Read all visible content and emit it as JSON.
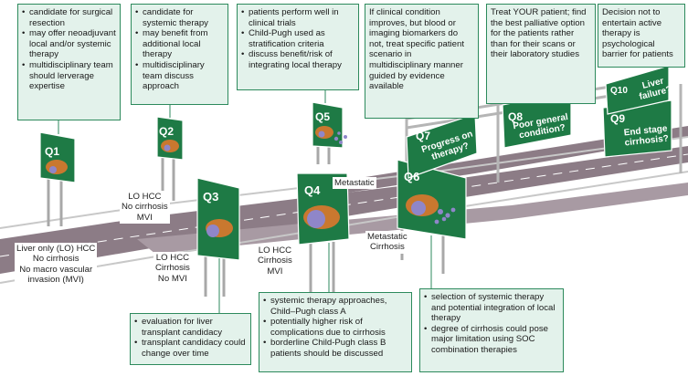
{
  "callouts": {
    "q1": [
      "candidate for surgical resection",
      "may offer neoadjuvant local and/or systemic therapy",
      "multidisciplinary team should lerverage expertise"
    ],
    "q2": [
      "candidate for systemic therapy",
      "may benefit from additional local therapy",
      "multidisciplinary team discuss approach"
    ],
    "q5": [
      "patients perform well in clinical trials",
      "Child-Pugh used as stratification criteria",
      "discuss benefit/risk of integrating local therapy"
    ],
    "q7": "If clinical condition improves, but blood or imaging biomarkers do not, treat specific patient scenario in multidisciplinary manner guided by evidence available",
    "q8": "Treat YOUR patient; find the best palliative option for the patients rather than for their scans or their laboratory studies",
    "q9": "Decision not to entertain active therapy is psychological barrier for patients",
    "q3": [
      "evaluation for liver transplant candidacy",
      "transplant candidacy could change over time"
    ],
    "q4": [
      "systemic therapy approaches, Child–Pugh class A",
      "potentially higher risk of complications due to cirrhosis",
      "borderline Child-Pugh class B patients should be discussed"
    ],
    "q6": [
      "selection of systemic therapy and potential integration of local therapy",
      "degree of cirrhosis could pose major limitation using SOC combination therapies"
    ]
  },
  "road_labels": {
    "lo_hcc": "Liver only (LO) HCC\nNo cirrhosis\nNo macro vascular\ninvasion (MVI)",
    "lo_nocirr": "LO HCC\nNo cirrhosis\nMVI",
    "lo_cirr_nomvi": "LO HCC\nCirrhosis\nNo MVI",
    "lo_cirr_mvi": "LO HCC\nCirrhosis\nMVI",
    "metastatic": "Metastatic",
    "met_cirr": "Metastatic\nCirrhosis"
  },
  "signs": {
    "q1": "Q1",
    "q2": "Q2",
    "q3": "Q3",
    "q4": "Q4",
    "q5": "Q5",
    "q6": "Q6",
    "q7": "Q7",
    "q7_text": "Progress on\ntherapy?",
    "q8": "Q8",
    "q8_text": "Poor general\ncondition?",
    "q9": "Q9",
    "q9_text": "End stage\ncirrhosis?",
    "q10": "Q10",
    "q10_text": "Liver\nfailure?"
  },
  "colors": {
    "callout_fill": "#e3f2eb",
    "callout_border": "#2d8a5c",
    "sign_green": "#1e7a45",
    "road": "#8c7c86",
    "liver": "#c9782f",
    "tumor": "#8f86c9"
  }
}
